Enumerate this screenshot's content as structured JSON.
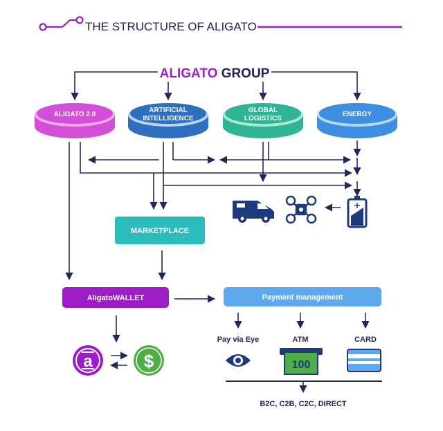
{
  "header": {
    "title": "THE STRUCTURE OF ALIGATO",
    "accent_color": "#9b1fc4"
  },
  "group": {
    "brand": "ALIGATO",
    "suffix": " GROUP"
  },
  "divisions": [
    {
      "label_lines": [
        "ALIGATO 2.0"
      ],
      "color": "#d24fd8",
      "rim": "#f2a9ee"
    },
    {
      "label_lines": [
        "ARTIFICIAL",
        "INTELLIGENCE"
      ],
      "color": "#2f6fc0",
      "rim": "#b8d6f4"
    },
    {
      "label_lines": [
        "GLOBAL",
        "LOGISTICS"
      ],
      "color": "#2fb596",
      "rim": "#a8ecd4"
    },
    {
      "label_lines": [
        "ENERGY"
      ],
      "color": "#3d8ee0",
      "rim": "#b8d8f6"
    }
  ],
  "marketplace": {
    "label": "MARKETPLACE",
    "color": "#2cbcbc"
  },
  "wallet": {
    "label": "AligatoWALLET",
    "color": "#9b1fc4"
  },
  "payment": {
    "label": "Payment management",
    "color": "#5fa7ee"
  },
  "payment_methods": [
    {
      "label": "Pay via Eye",
      "icon": "eye-icon"
    },
    {
      "label": "ATM",
      "icon": "atm-icon",
      "atm_value": "100"
    },
    {
      "label": "CARD",
      "icon": "card-icon"
    }
  ],
  "markets": {
    "label": "B2C, C2B, C2C, DIRECT"
  },
  "icons": [
    "van-icon",
    "drone-icon",
    "battery-icon",
    "aligato-coin-icon",
    "dollar-coin-icon"
  ],
  "currency": {
    "dollar_symbol": "$",
    "coin_symbol": "a"
  },
  "colors": {
    "line": "#1f2a5a",
    "dollar_green": "#4fae45",
    "coin_purple": "#9b1fc4"
  }
}
